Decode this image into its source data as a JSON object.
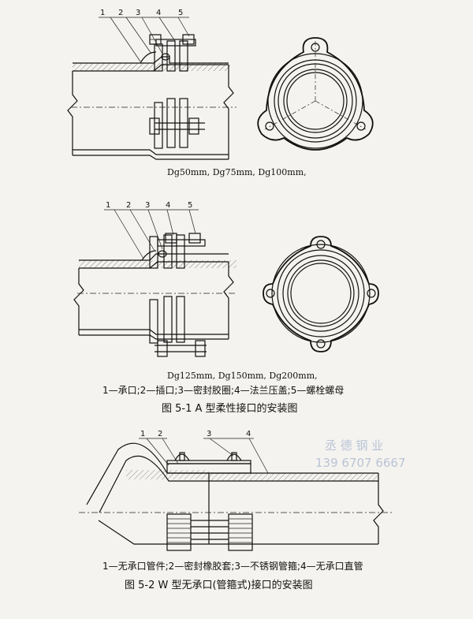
{
  "fig51_top": {
    "callouts": [
      "1",
      "2",
      "3",
      "4",
      "5"
    ],
    "sizes_caption": "Dg50mm, Dg75mm, Dg100mm,"
  },
  "fig51_bottom": {
    "callouts": [
      "1",
      "2",
      "3",
      "4",
      "5"
    ],
    "sizes_caption": "Dg125mm, Dg150mm, Dg200mm,"
  },
  "fig51_legend": "1—承口;2—插口;3—密封胶圈;4—法兰压盖;5—螺栓螺母",
  "fig51_title": "图 5-1   A 型柔性接口的安装图",
  "fig52": {
    "callouts": [
      "1",
      "2",
      "3",
      "4"
    ],
    "legend": "1—无承口管件;2—密封橡胶套;3—不锈钢管箍;4—无承口直管",
    "title": "图 5-2   W 型无承口(管箍式)接口的安装图"
  },
  "watermark": {
    "line1": "丞 德 钢 业",
    "line2": "139 6707 6667"
  }
}
